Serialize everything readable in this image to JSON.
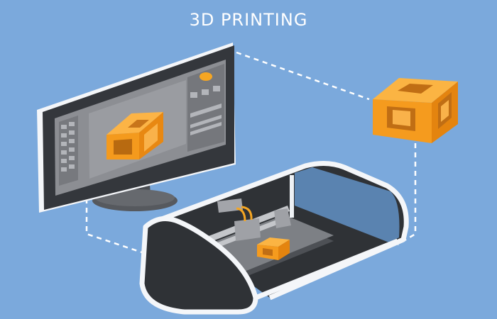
{
  "title": "3D PRINTING",
  "colors": {
    "background": "#7ba9dc",
    "accent_orange": "#f5a623",
    "dark_gray": "#3a3d42",
    "mid_gray": "#8e9095",
    "connector_line": "#ffffff"
  },
  "icons": [
    "computer-monitor",
    "3d-cube-model",
    "3d-printer"
  ]
}
